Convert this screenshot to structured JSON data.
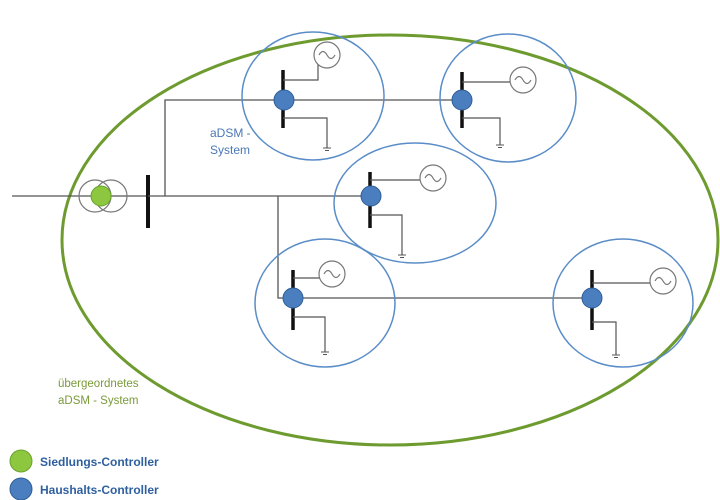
{
  "colors": {
    "outer_ellipse": "#6e9b2f",
    "household_ellipse": "#5a8dc8",
    "node_blue": "#4a7ebf",
    "node_green": "#8dc63f",
    "wire": "#555555",
    "bus": "#111111",
    "label_green": "#7a9a3a",
    "label_blue": "#4a78b5",
    "legend_text": "#2e5f9e"
  },
  "labels": {
    "adsm_line1": "aDSM -",
    "adsm_line2": "System",
    "parent_line1": "übergeordnetes",
    "parent_line2": "aDSM - System"
  },
  "legend": [
    {
      "label": "Siedlungs-Controller",
      "color": "#8dc63f"
    },
    {
      "label": "Haushalts-Controller",
      "color": "#4a7ebf"
    }
  ],
  "icons": {
    "generator": "ac-source-icon",
    "ground": "ground-icon",
    "transformer": "transformer-icon"
  }
}
